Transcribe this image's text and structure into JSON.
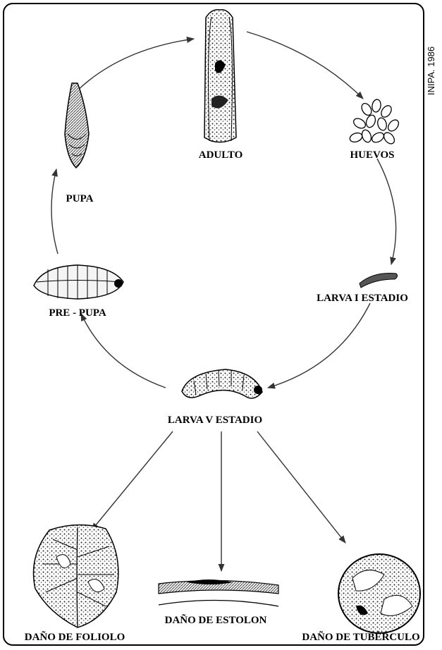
{
  "credit": "INIPA. 1986",
  "stages": {
    "adulto": "ADULTO",
    "huevos": "HUEVOS",
    "larva_i": "LARVA I ESTADIO",
    "larva_v": "LARVA V ESTADIO",
    "pre_pupa": "PRE - PUPA",
    "pupa": "PUPA"
  },
  "damage": {
    "foliolo": "DAÑO DE FOLIOLO",
    "estolon": "DAÑO DE ESTOLON",
    "tuberculo": "DAÑO DE TUBÉRCULO"
  }
}
